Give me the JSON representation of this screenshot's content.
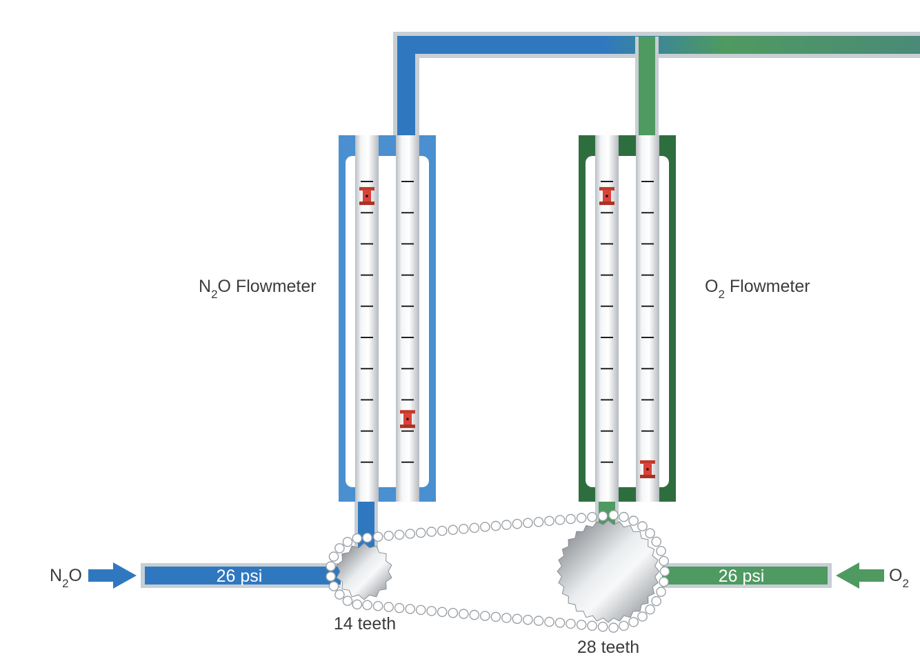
{
  "flowmeters": {
    "n2o": {
      "name": "N",
      "sub": "2",
      "rest": "O Flowmeter",
      "color": "#2f78c0",
      "light": "#4a8fd0",
      "floats": [
        0.98,
        0.18
      ]
    },
    "o2": {
      "name": "O",
      "sub": "2",
      "rest": " Flowmeter",
      "color": "#2e6e3e",
      "light": "#4e9a60",
      "floats": [
        0.98,
        0.0
      ]
    }
  },
  "inlets": {
    "n2o": {
      "name": "N",
      "sub": "2",
      "rest": "O",
      "pressure": "26 psi",
      "color": "#2f78c0"
    },
    "o2": {
      "name": "O",
      "sub": "2",
      "rest": "",
      "pressure": "26 psi",
      "color": "#4e9a60"
    }
  },
  "sprockets": {
    "small": {
      "label": "14 teeth",
      "teeth": 14
    },
    "large": {
      "label": "28 teeth",
      "teeth": 28
    }
  },
  "colors": {
    "blue": "#2f78c0",
    "green": "#4e9a60",
    "dark_green": "#2e6e3e",
    "float_red": "#c0392b",
    "pipe_border": "#c8cfd4"
  }
}
